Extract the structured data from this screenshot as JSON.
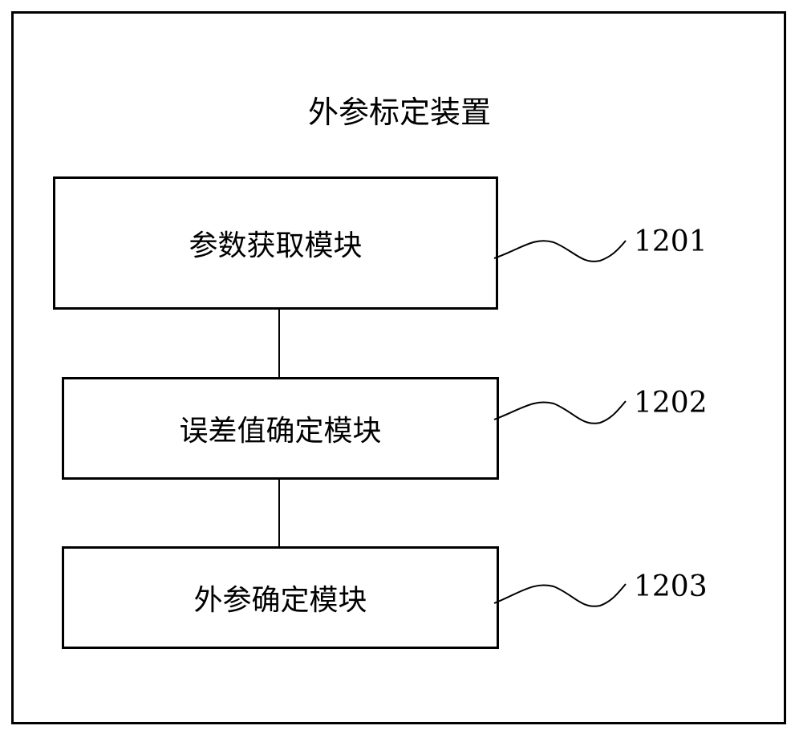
{
  "diagram": {
    "title": "外参标定装置",
    "modules": [
      {
        "label": "参数获取模块",
        "ref": "1201"
      },
      {
        "label": "误差值确定模块",
        "ref": "1202"
      },
      {
        "label": "外参确定模块",
        "ref": "1203"
      }
    ]
  }
}
